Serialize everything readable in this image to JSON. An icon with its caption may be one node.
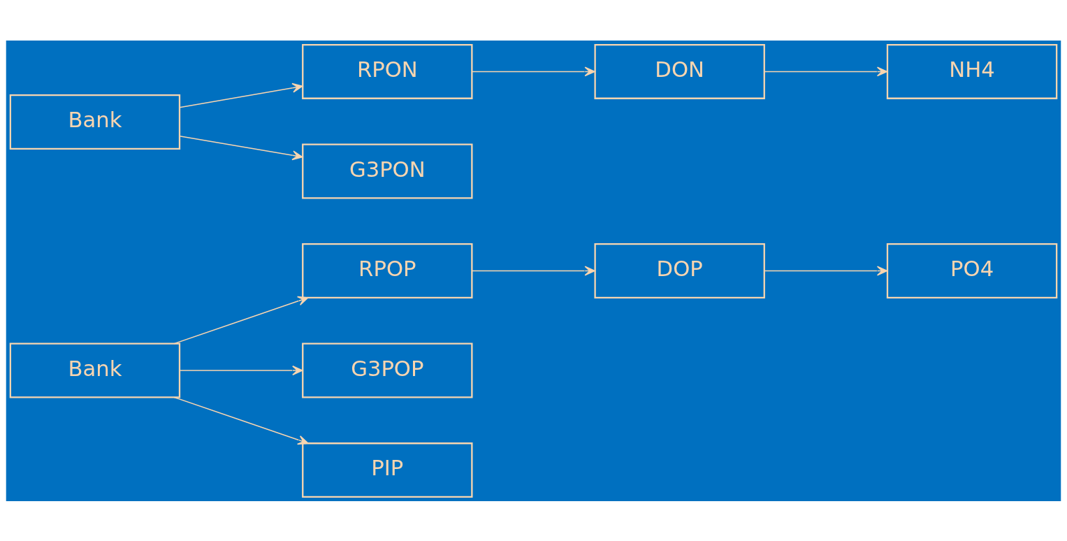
{
  "diagram": {
    "nodes": [
      {
        "text": [
          "Bank"
        ]
      },
      {
        "text": [
          "RPOP"
        ]
      },
      {
        "text": [
          "DOP"
        ]
      },
      {
        "text": [
          "PO4"
        ]
      },
      {
        "text": [
          "G3POP"
        ]
      },
      {
        "text": [
          "PIP"
        ]
      },
      {
        "text": [
          "Bank"
        ]
      },
      {
        "text": [
          "RPON"
        ]
      },
      {
        "text": [
          "DON"
        ]
      },
      {
        "text": [
          "NH4"
        ]
      },
      {
        "text": [
          "G3PON"
        ]
      }
    ],
    "edges": [
      {
        "from": 0,
        "to": 1,
        "arrow": "to"
      },
      {
        "from": 1,
        "to": 2,
        "arrow": "to"
      },
      {
        "from": 2,
        "to": 3,
        "arrow": "to"
      },
      {
        "from": 0,
        "to": 4,
        "arrow": "to"
      },
      {
        "from": 0,
        "to": 5,
        "arrow": "to"
      },
      {
        "from": 6,
        "to": 7,
        "arrow": "to"
      },
      {
        "from": 7,
        "to": 8,
        "arrow": "to"
      },
      {
        "from": 8,
        "to": 9,
        "arrow": "to"
      },
      {
        "from": 6,
        "to": 10,
        "arrow": "to"
      }
    ]
  }
}
